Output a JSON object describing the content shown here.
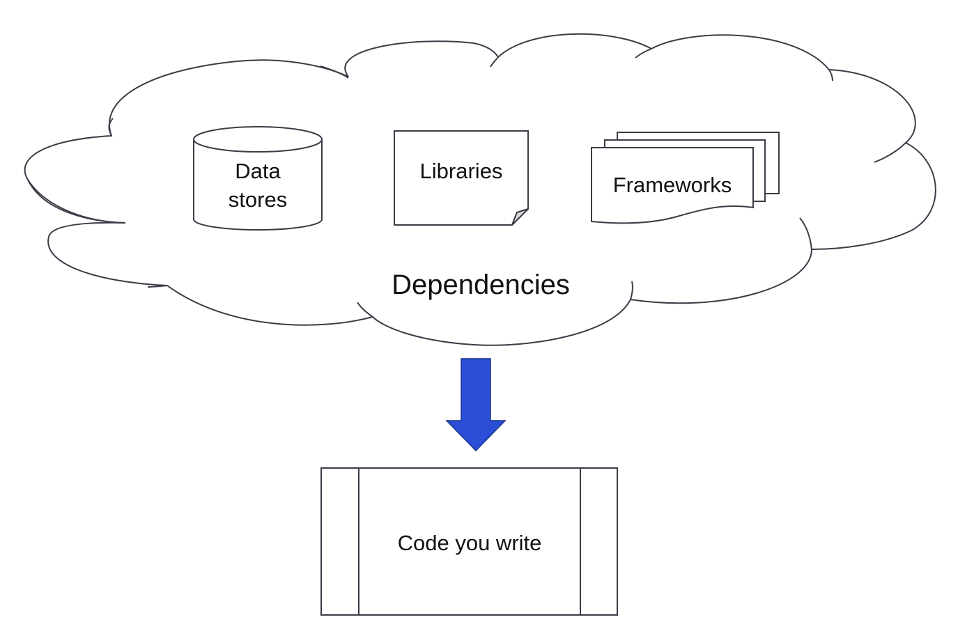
{
  "dependencies_cloud": {
    "title": "Dependencies",
    "items": {
      "data_stores": {
        "line1": "Data",
        "line2": "stores"
      },
      "libraries": {
        "label": "Libraries"
      },
      "frameworks": {
        "label": "Frameworks"
      }
    }
  },
  "arrow": {
    "color": "#2a4fd6",
    "stroke": "#1a2f8a"
  },
  "code_box": {
    "label": "Code you write"
  }
}
